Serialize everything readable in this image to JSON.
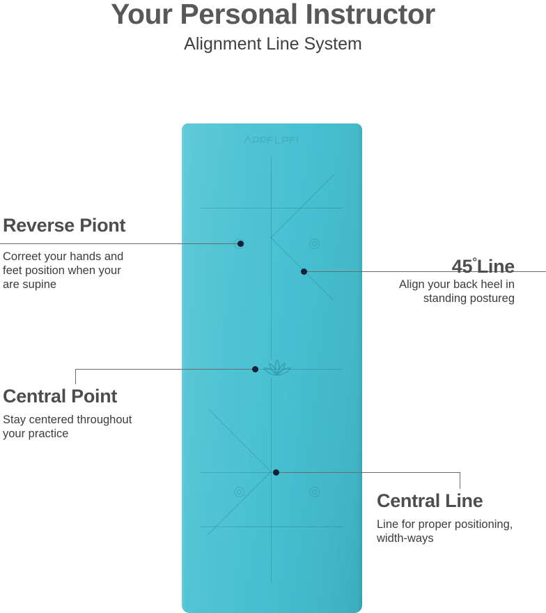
{
  "header": {
    "title": "Your Personal Instructor",
    "subtitle": "Alignment Line System"
  },
  "product": {
    "name": "yoga-mat",
    "color_hex": "#49c1d2",
    "emblem": "lotus-flower"
  },
  "callouts": [
    {
      "id": "reverse-point",
      "title": "Reverse Piont",
      "body": "Correet your hands and\nfeet position when your\nare supine",
      "body_lines": [
        "Correet your hands and",
        "feet position when your",
        "are supine"
      ],
      "align": "left"
    },
    {
      "id": "forty-five-line",
      "title": "45",
      "title_degree": "°",
      "title_suffix": "Line",
      "body_lines": [
        "Align your back heel in",
        "standing postureg"
      ],
      "align": "right"
    },
    {
      "id": "central-point",
      "title": "Central Point",
      "body_lines": [
        "Stay centered throughout",
        "your practice"
      ],
      "align": "left"
    },
    {
      "id": "central-line",
      "title": "Central Line",
      "body_lines": [
        "Line for proper positioning,",
        "width-ways"
      ],
      "align": "right"
    }
  ]
}
